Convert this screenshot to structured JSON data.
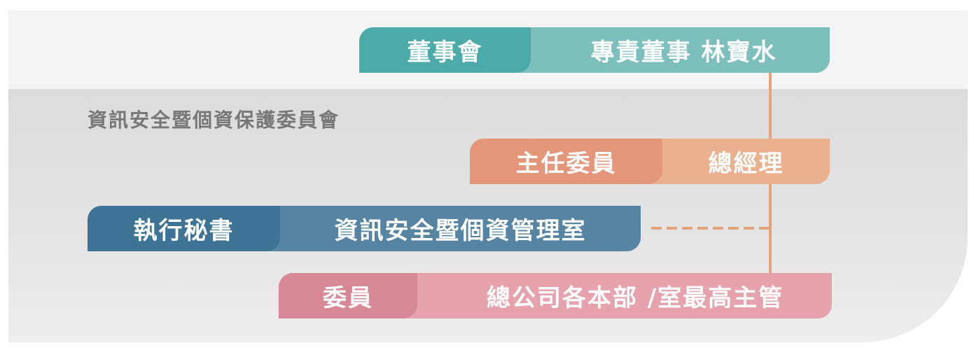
{
  "board": {
    "label": "董事會",
    "role": "專責董事 林寶水"
  },
  "committee": {
    "title": "資訊安全暨個資保護委員會"
  },
  "chair": {
    "label": "主任委員",
    "role": "總經理"
  },
  "executive": {
    "label": "執行秘書",
    "role": "資訊安全暨個資管理室"
  },
  "members": {
    "label": "委員",
    "role": "總公司各本部 /室最高主管"
  },
  "colors": {
    "board": "#4caaa9",
    "chair": "#e3967a",
    "executive": "#3e7396",
    "members": "#d88796",
    "connector": "#e3a37d"
  }
}
